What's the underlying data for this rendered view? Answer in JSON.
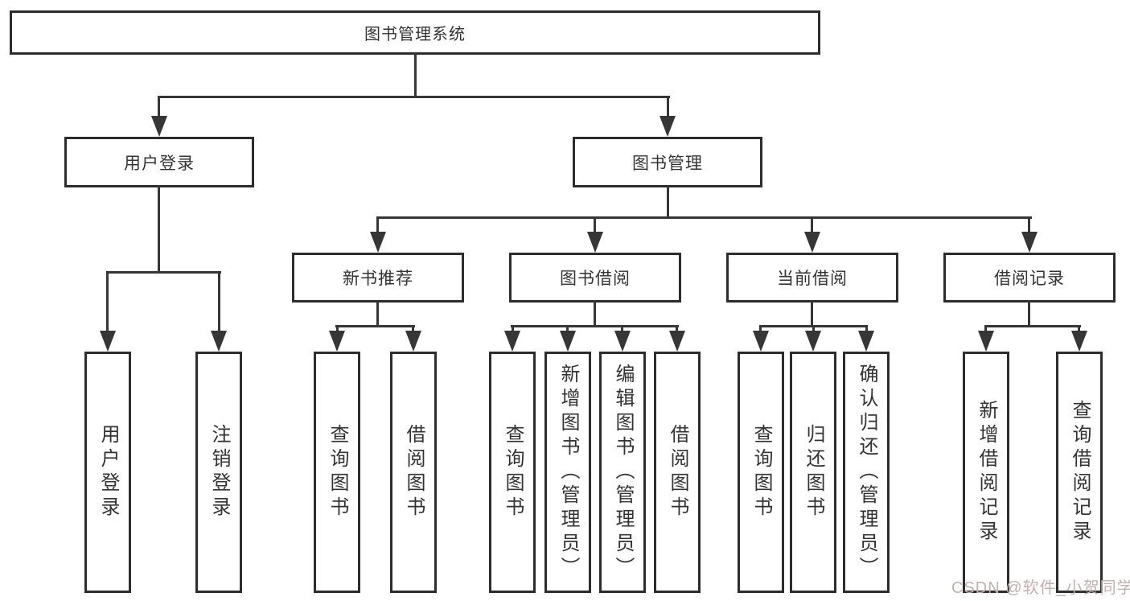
{
  "nodes": {
    "root": "图书管理系统",
    "level2": [
      "用户登录",
      "图书管理"
    ],
    "level3": [
      "新书推荐",
      "图书借阅",
      "当前借阅",
      "借阅记录"
    ],
    "level4": [
      "用户登录",
      "注销登录",
      "查询图书",
      "借阅图书",
      "查询图书",
      "新增图书（管理员）",
      "编辑图书（管理员）",
      "借阅图书",
      "查询图书",
      "归还图书",
      "确认归还（管理员）",
      "新增借阅记录",
      "查询借阅记录"
    ]
  },
  "watermark": "CSDN @软件_小贺同学",
  "colors": {
    "background": "#ffffff",
    "box_border": "#2d2d2d",
    "connector_line": "#363636",
    "text": "#333333",
    "watermark_text": "#c2b0ae"
  }
}
